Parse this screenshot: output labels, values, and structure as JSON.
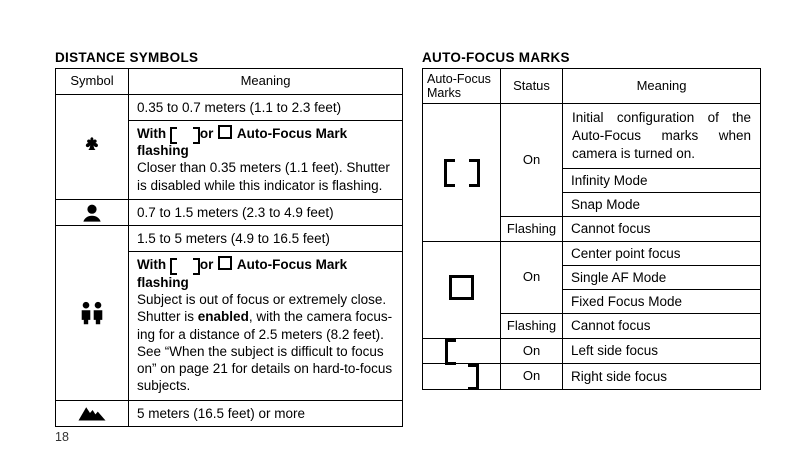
{
  "page": {
    "number": "18"
  },
  "distance": {
    "title": "DISTANCE SYMBOLS",
    "headers": {
      "symbol": "Symbol",
      "meaning": "Meaning"
    },
    "rows": [
      {
        "icon": "flower-macro-icon",
        "range": "0.35 to 0.7 meters (1.1 to 2.3 feet)",
        "note": {
          "lead_bold_1": "With",
          "mark_pair": "[   ]",
          "lead_or": "or",
          "mark_square": "□",
          "lead_bold_2": "Auto-Focus Mark flashing",
          "body_lines": [
            "Closer than 0.35 meters (1.1 feet). Shutter",
            "is disabled while this indicator is flashing."
          ]
        }
      },
      {
        "icon": "person-portrait-icon",
        "range": "0.7 to 1.5 meters (2.3 to 4.9 feet)",
        "note": null
      },
      {
        "icon": "two-people-group-icon",
        "range": "1.5 to 5 meters (4.9 to 16.5 feet)",
        "note": {
          "lead_bold_1": "With",
          "mark_pair": "[   ]",
          "lead_or": "or",
          "mark_square": "□",
          "lead_bold_2": "Auto-Focus Mark flashing",
          "body_line_1": "Subject is out of focus or extremely close.",
          "body_line_2_a": "Shutter is",
          "body_line_2_bold": "enabled",
          "body_line_2_b": ", with the camera focus-",
          "body_line_3": "ing for a distance of 2.5 meters (8.2 feet).",
          "body_line_4": "See “When the subject is difficult to focus",
          "body_line_5": "on” on page 21 for details on hard-to-focus",
          "body_line_6": "subjects."
        }
      },
      {
        "icon": "mountain-landscape-icon",
        "range": "5 meters (16.5 feet) or more",
        "note": null
      }
    ]
  },
  "autofocus": {
    "title": "AUTO-FOCUS MARKS",
    "headers": {
      "marks_line1": "Auto-Focus",
      "marks_line2": "Marks",
      "status": "Status",
      "meaning": "Meaning"
    },
    "groups": [
      {
        "mark": "bracket-pair-mark",
        "entries": [
          {
            "status": "On",
            "meaning_lines": [
              "Initial configuration of the",
              "Auto-Focus marks when",
              "camera is turned on."
            ]
          },
          {
            "status": "",
            "meaning": "Infinity Mode"
          },
          {
            "status": "",
            "meaning": "Snap Mode"
          },
          {
            "status": "Flashing",
            "meaning": "Cannot focus"
          }
        ]
      },
      {
        "mark": "square-mark",
        "entries": [
          {
            "status": "On",
            "meaning": "Center point focus"
          },
          {
            "status": "",
            "meaning": "Single AF Mode"
          },
          {
            "status": "",
            "meaning": "Fixed Focus Mode"
          },
          {
            "status": "Flashing",
            "meaning": "Cannot focus"
          }
        ]
      },
      {
        "mark": "left-bracket-mark",
        "entries": [
          {
            "status": "On",
            "meaning": "Left side focus"
          }
        ]
      },
      {
        "mark": "right-bracket-mark",
        "entries": [
          {
            "status": "On",
            "meaning": "Right side focus"
          }
        ]
      }
    ]
  },
  "colors": {
    "ink": "#000000",
    "paper": "#ffffff"
  }
}
